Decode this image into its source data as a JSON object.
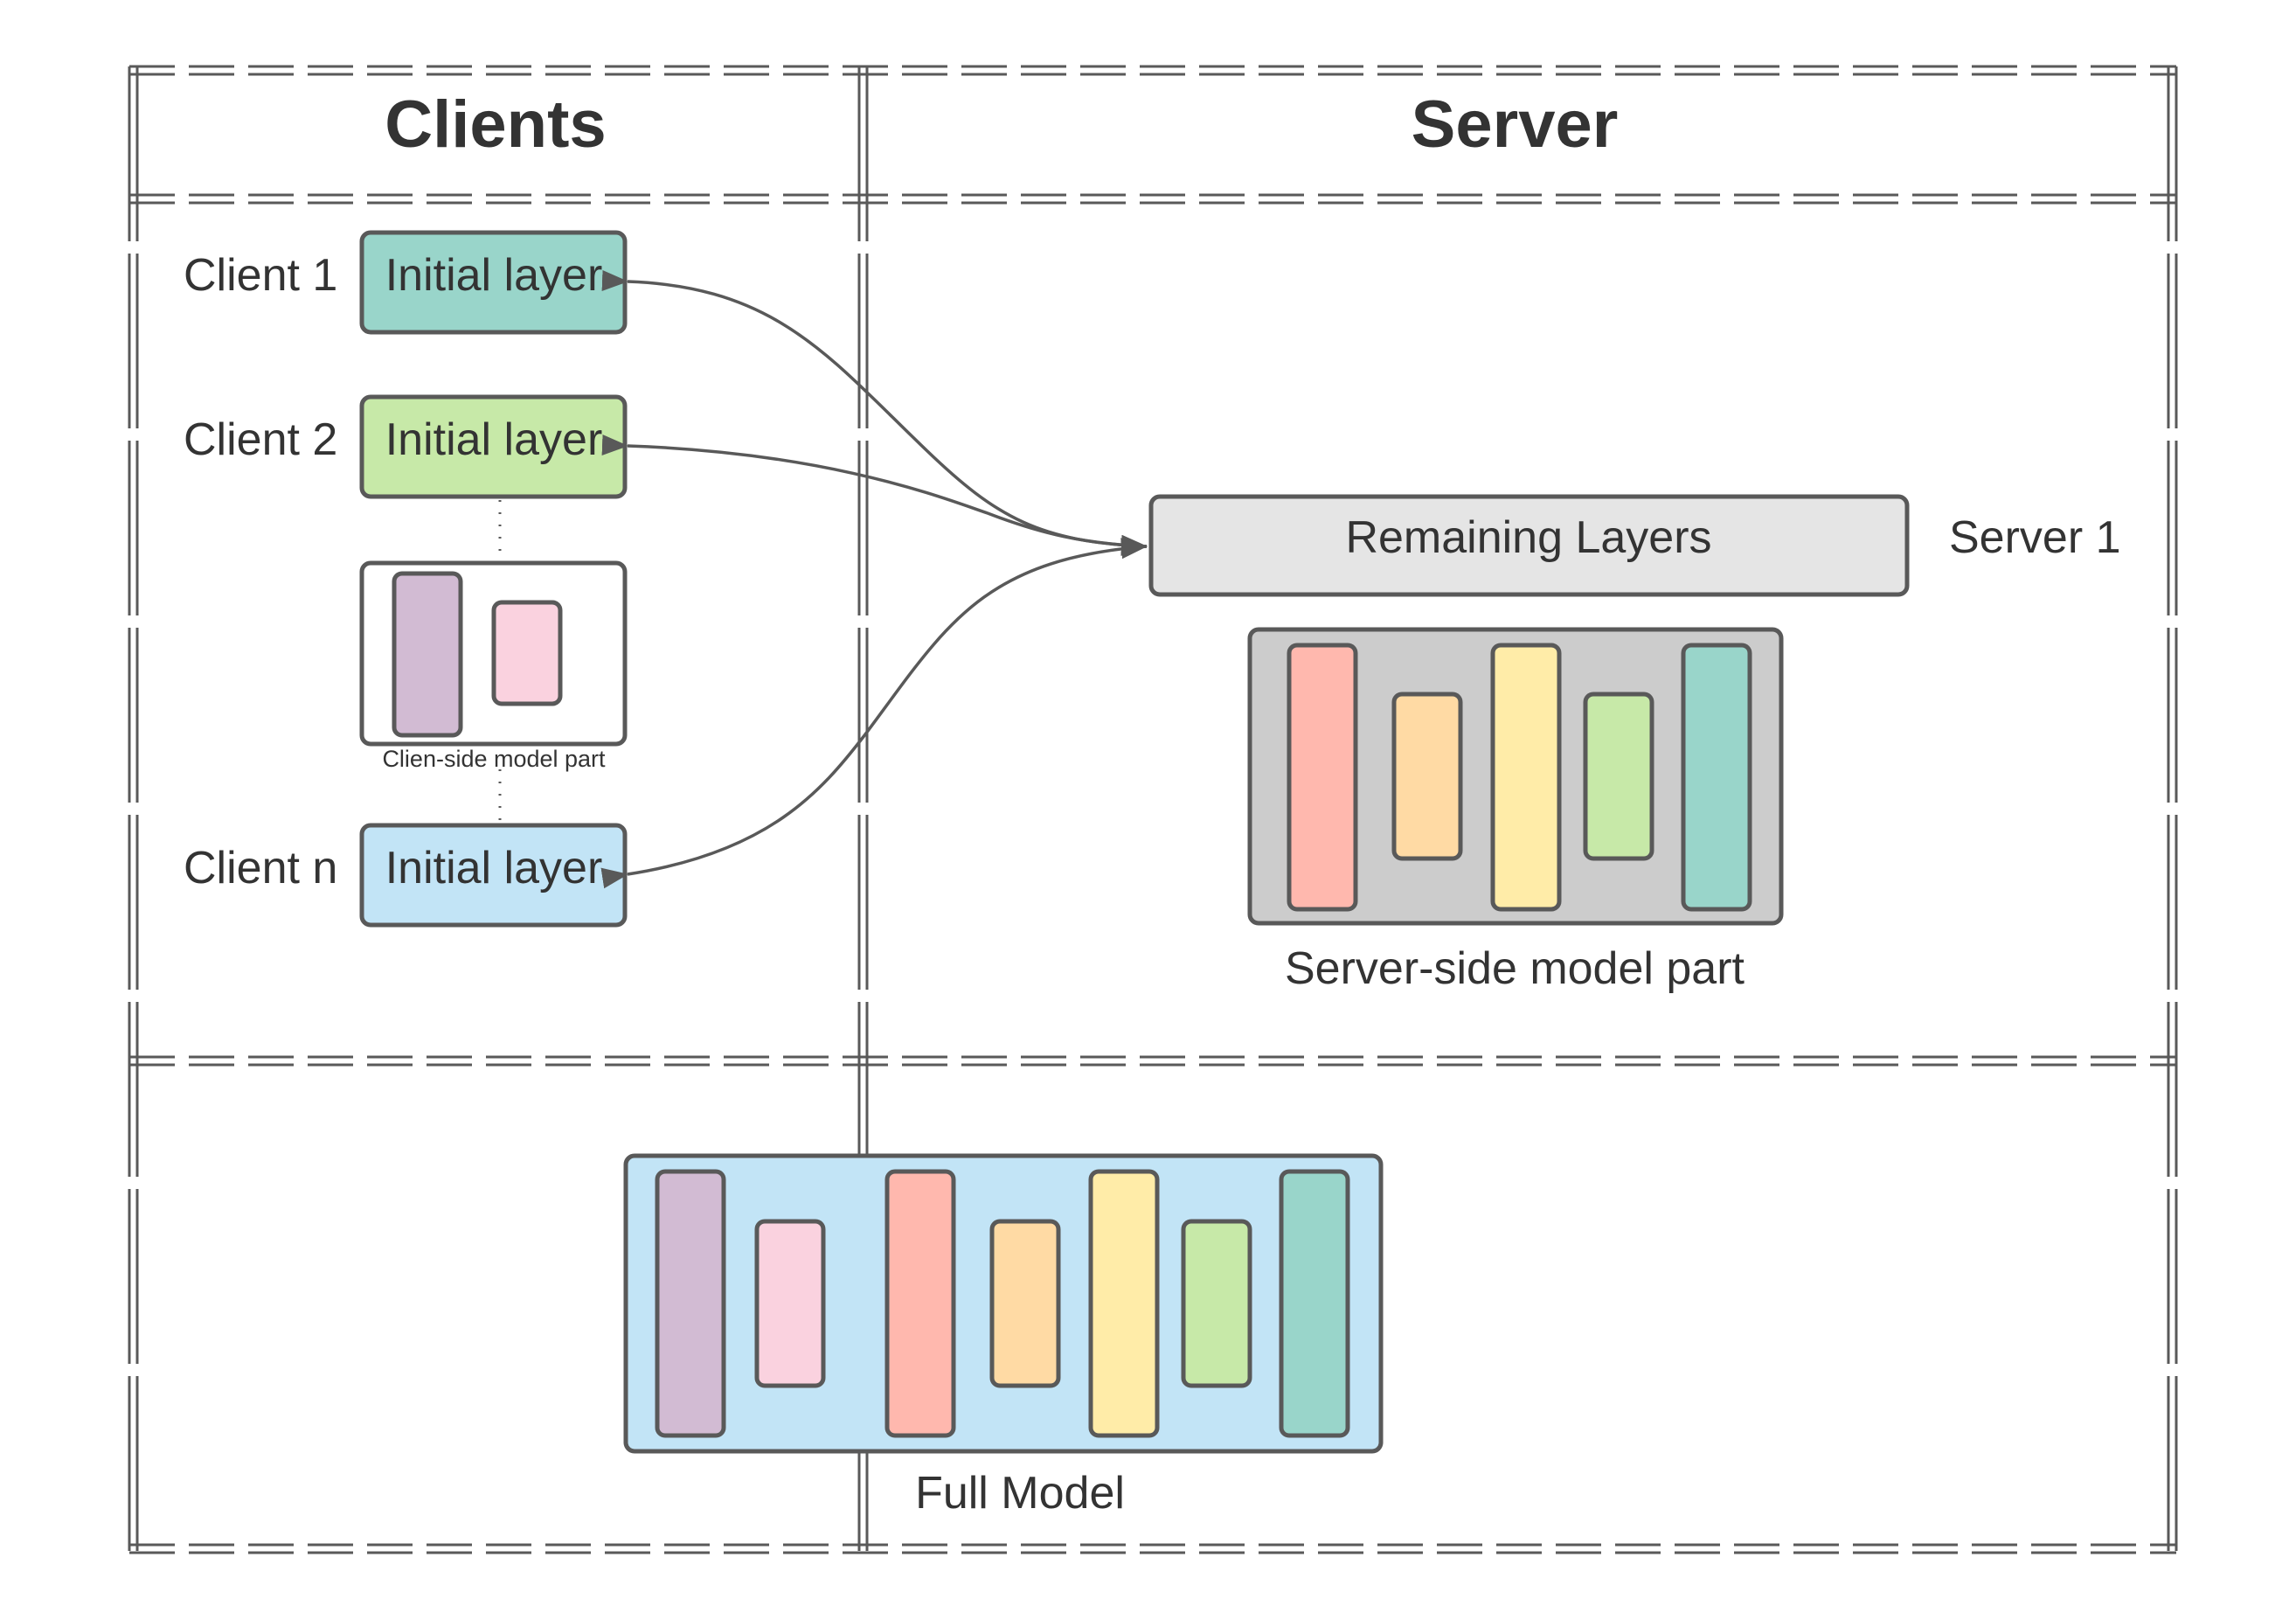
{
  "headers": {
    "clients": "Clients",
    "server": "Server"
  },
  "clients": [
    {
      "name": "Client 1",
      "layer_label": "Initial layer",
      "color": "#99d5ca"
    },
    {
      "name": "Client 2",
      "layer_label": "Initial layer",
      "color": "#c7e9a8"
    },
    {
      "name": "Client n",
      "layer_label": "Initial layer",
      "color": "#c2e4f6"
    }
  ],
  "client_side_part": {
    "label": "Clien-side model part",
    "layer_colors": [
      "#d2bbd3",
      "#fad2df"
    ]
  },
  "server": {
    "name": "Server 1",
    "remaining_label": "Remaining Layers",
    "remaining_color": "#e5e5e5",
    "part_label": "Server-side model part",
    "part_background": "#cccccc",
    "layer_colors": [
      "#ffb8ae",
      "#ffdaa4",
      "#ffeca8",
      "#c7e9a8",
      "#99d5ca"
    ]
  },
  "full_model": {
    "label": "Full Model",
    "background": "#c2e4f6",
    "layer_colors": [
      "#d2bbd3",
      "#fad2df",
      "#ffb8ae",
      "#ffdaa4",
      "#ffeca8",
      "#c7e9a8",
      "#99d5ca"
    ]
  },
  "colors": {
    "stroke": "#595959",
    "text": "#333333"
  }
}
